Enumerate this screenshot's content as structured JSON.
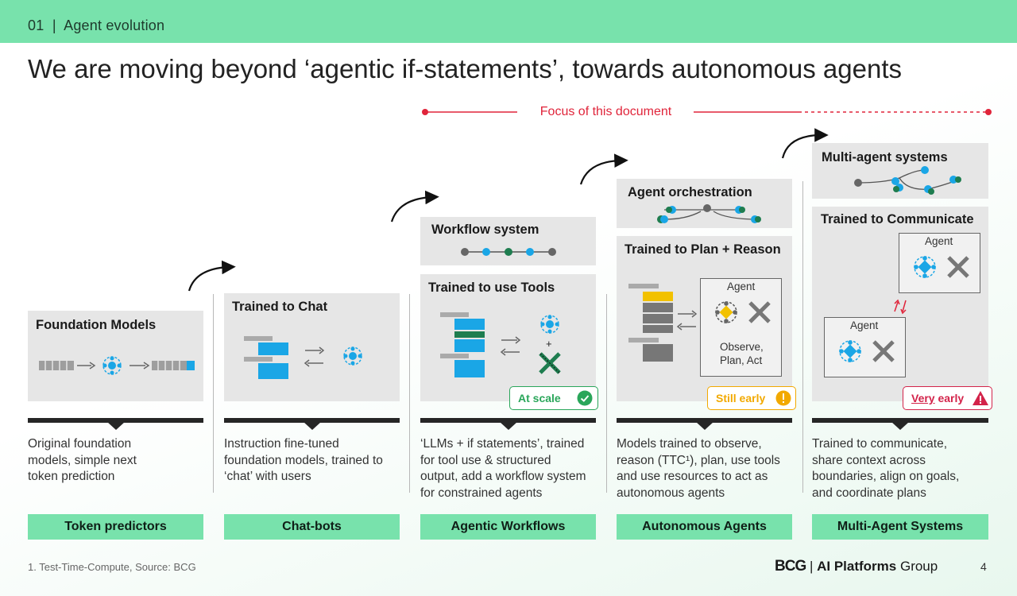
{
  "header": {
    "section": "01  |  Agent evolution",
    "headline": "We are moving beyond ‘agentic if-statements’, towards autonomous agents",
    "focus_label": "Focus of this document"
  },
  "stages": [
    {
      "cards": [
        {
          "title": "Foundation Models"
        }
      ],
      "description": [
        "Original foundation",
        "models, simple next",
        "token prediction"
      ],
      "category": "Token predictors"
    },
    {
      "cards": [
        {
          "title": "Trained to Chat"
        }
      ],
      "description": [
        "Instruction fine-tuned",
        "foundation models, trained to",
        "‘chat’ with users"
      ],
      "category": "Chat-bots"
    },
    {
      "cards": [
        {
          "title": "Workflow system"
        },
        {
          "title": "Trained to use Tools"
        }
      ],
      "badge": {
        "label": "At scale",
        "icon": "check-icon"
      },
      "description": [
        "‘LLMs + if statements’, trained",
        "for tool use & structured",
        "output, add a workflow system",
        "for constrained agents"
      ],
      "category": "Agentic Workflows"
    },
    {
      "cards": [
        {
          "title": "Agent orchestration"
        },
        {
          "title": "Trained to Plan + Reason"
        }
      ],
      "agent_label": "Agent",
      "agent_caption": [
        "Observe,",
        "Plan, Act"
      ],
      "badge": {
        "label": "Still early",
        "icon": "exclamation-icon"
      },
      "description": [
        "Models trained to observe,",
        "reason (TTC¹), plan, use tools",
        "and use resources to act as",
        "autonomous agents"
      ],
      "category": "Autonomous Agents"
    },
    {
      "cards": [
        {
          "title": "Multi-agent systems"
        },
        {
          "title": "Trained to Communicate"
        }
      ],
      "agent_labels": [
        "Agent",
        "Agent"
      ],
      "badge": {
        "label_underlined": "Very",
        "label_rest": " early",
        "icon": "warning-icon"
      },
      "description": [
        "Trained to communicate,",
        "share context across",
        "boundaries, align on goals,",
        "and coordinate plans"
      ],
      "category": "Multi-Agent Systems"
    }
  ],
  "footer": {
    "footnote": "1. Test-Time-Compute, Source: BCG",
    "brand_logo": "BCG",
    "brand_sep": " | ",
    "brand_bold": "AI Platforms",
    "brand_rest": " Group",
    "page_number": "4"
  },
  "colors": {
    "header_green": "#78e2ac",
    "accent_red": "#e0243a",
    "node_blue": "#1aa6e6",
    "node_green": "#1e7d4f",
    "status_green": "#2aa65a",
    "status_amber": "#f2a900",
    "status_red": "#d3234a"
  }
}
